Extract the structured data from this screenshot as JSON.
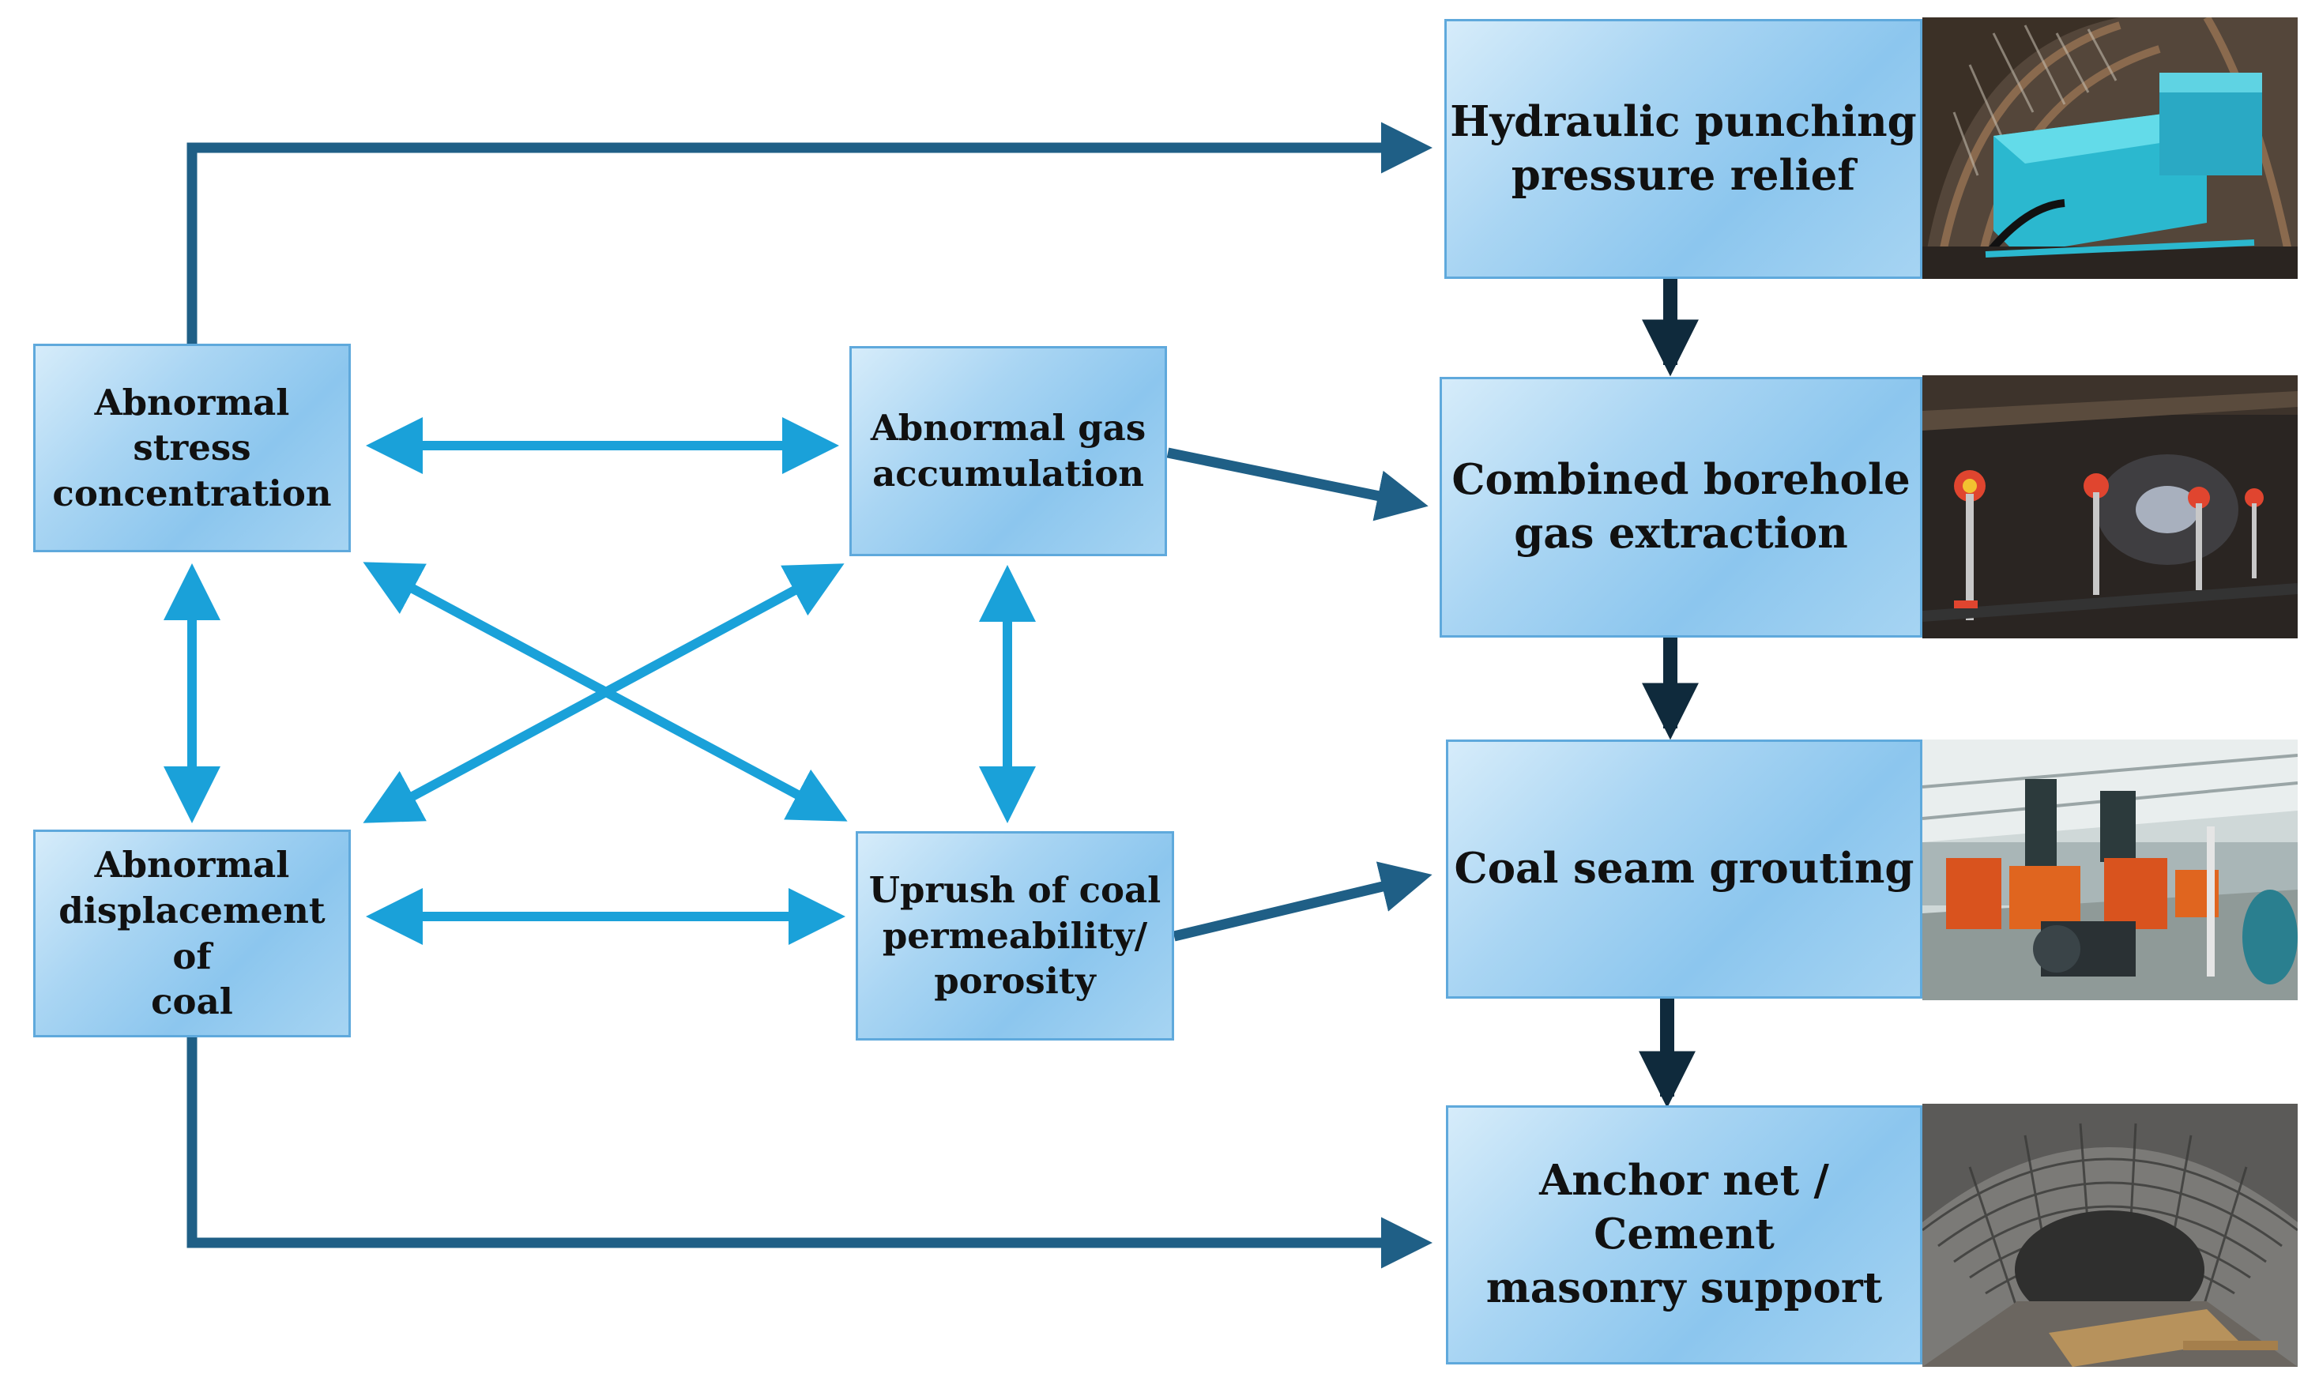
{
  "colors": {
    "box_fill": "#9fd0f1",
    "box_border": "#5fa9dc",
    "interaction_arrow": "#1aa1d9",
    "control_arrow": "#1f5f86",
    "flow_arrow": "#0f2a3c"
  },
  "nodes": {
    "stress": {
      "label": "Abnormal\nstress\nconcentration"
    },
    "gas": {
      "label": "Abnormal gas\naccumulation"
    },
    "displacement": {
      "label": "Abnormal\ndisplacement of\ncoal"
    },
    "permeability": {
      "label": "Uprush of coal\npermeability/\nporosity"
    },
    "hydraulic": {
      "label": "Hydraulic punching\npressure relief"
    },
    "borehole": {
      "label": "Combined borehole\ngas extraction"
    },
    "grouting": {
      "label": "Coal seam grouting"
    },
    "anchor": {
      "label": "Anchor net / Cement\nmasonry support"
    }
  },
  "photos": [
    {
      "name": "hydraulic-punching-equipment-photo",
      "subject": "blue hydraulic punching pump in a coal mine roadway"
    },
    {
      "name": "borehole-extraction-photo",
      "subject": "gas extraction borehole pipes on a dark roadway wall"
    },
    {
      "name": "grouting-equipment-photo",
      "subject": "orange grouting pumps and motors in a workshop"
    },
    {
      "name": "anchor-net-support-photo",
      "subject": "arched steel mesh tunnel support"
    }
  ],
  "edges": [
    {
      "from": "stress",
      "to": "gas",
      "type": "bidirectional"
    },
    {
      "from": "displacement",
      "to": "permeability",
      "type": "bidirectional"
    },
    {
      "from": "stress",
      "to": "displacement",
      "type": "bidirectional"
    },
    {
      "from": "gas",
      "to": "permeability",
      "type": "bidirectional"
    },
    {
      "from": "stress",
      "to": "permeability",
      "type": "bidirectional"
    },
    {
      "from": "gas",
      "to": "displacement",
      "type": "bidirectional"
    },
    {
      "from": "stress",
      "to": "hydraulic",
      "type": "control"
    },
    {
      "from": "gas",
      "to": "borehole",
      "type": "control"
    },
    {
      "from": "permeability",
      "to": "grouting",
      "type": "control"
    },
    {
      "from": "displacement",
      "to": "anchor",
      "type": "control"
    },
    {
      "from": "hydraulic",
      "to": "borehole",
      "type": "flow"
    },
    {
      "from": "borehole",
      "to": "grouting",
      "type": "flow"
    },
    {
      "from": "grouting",
      "to": "anchor",
      "type": "flow"
    }
  ]
}
